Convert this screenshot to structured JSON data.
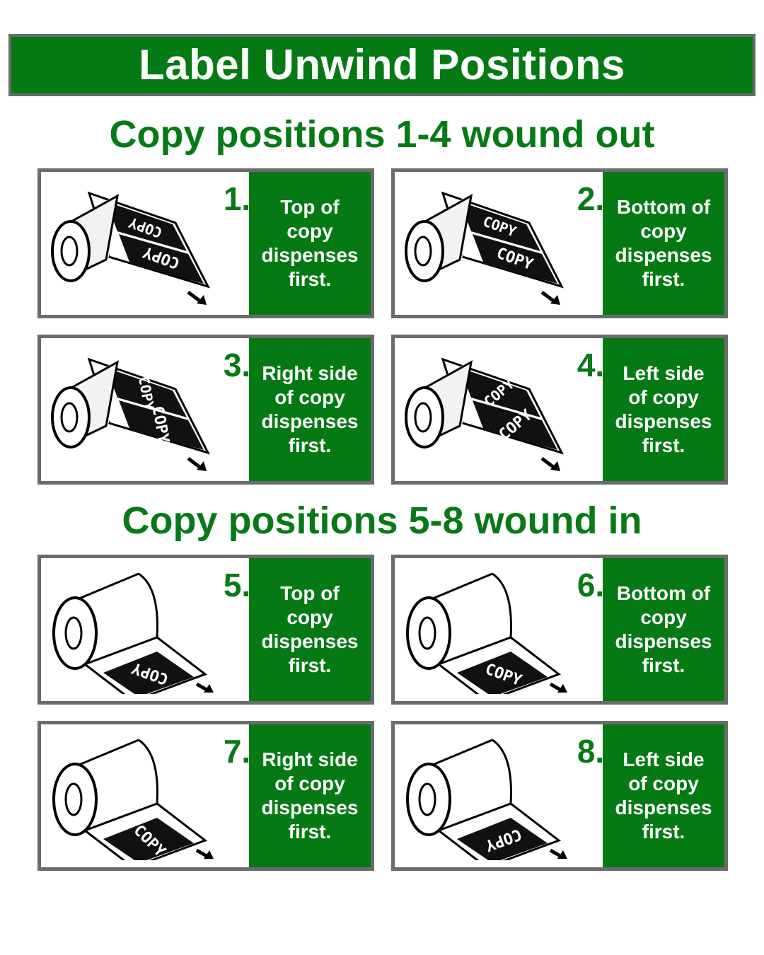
{
  "header": {
    "title": "Label Unwind Positions"
  },
  "sections": [
    {
      "title": "Copy positions 1-4 wound out",
      "items": [
        {
          "number": "1.",
          "description": "Top of\ncopy\ndispenses\nfirst.",
          "label_text": "COPY"
        },
        {
          "number": "2.",
          "description": "Bottom of\ncopy\ndispenses\nfirst.",
          "label_text": "COPY"
        },
        {
          "number": "3.",
          "description": "Right side\nof copy\ndispenses\nfirst.",
          "label_text": "COPY"
        },
        {
          "number": "4.",
          "description": "Left side\nof copy\ndispenses\nfirst.",
          "label_text": "COPY"
        }
      ]
    },
    {
      "title": "Copy positions 5-8 wound in",
      "items": [
        {
          "number": "5.",
          "description": "Top of\ncopy\ndispenses\nfirst.",
          "label_text": "COPY"
        },
        {
          "number": "6.",
          "description": "Bottom of\ncopy\ndispenses\nfirst.",
          "label_text": "COPY"
        },
        {
          "number": "7.",
          "description": "Right side\nof copy\ndispenses\nfirst.",
          "label_text": "COPY"
        },
        {
          "number": "8.",
          "description": "Left side\nof copy\ndispenses\nfirst.",
          "label_text": "COPY"
        }
      ]
    }
  ],
  "colors": {
    "brand_green": "#057a14",
    "title_green": "#067a16",
    "border_gray": "#6b6b6b"
  }
}
